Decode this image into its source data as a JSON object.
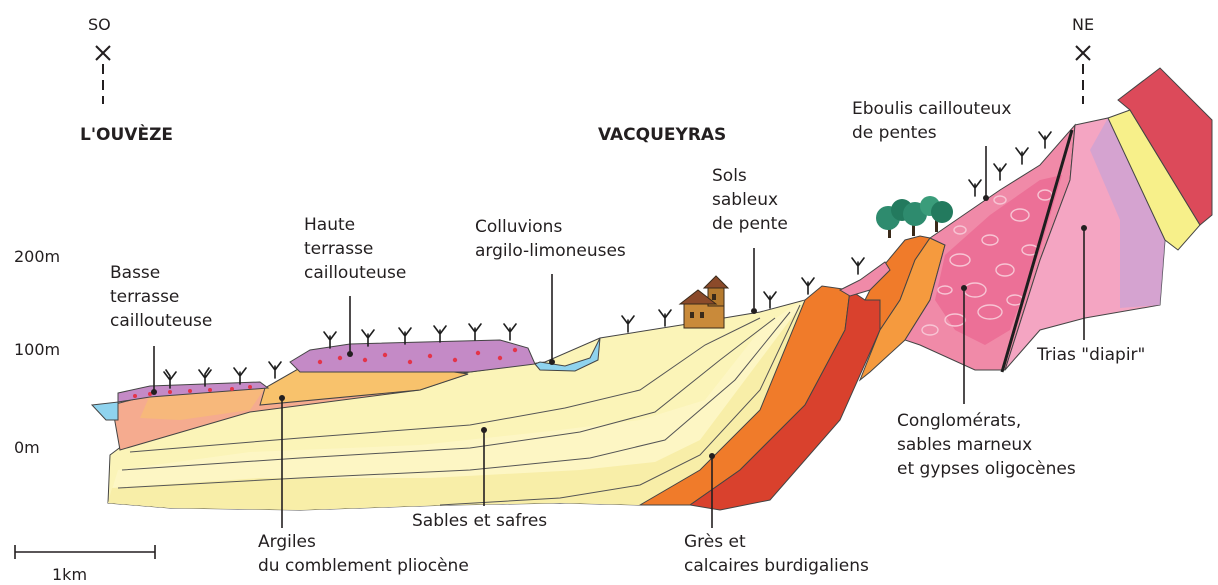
{
  "orientation": {
    "left": "SO",
    "right": "NE"
  },
  "places": {
    "left": "L'OUVÈZE",
    "center": "VACQUEYRAS"
  },
  "elevation_axis": {
    "top": "200m",
    "middle": "100m",
    "bottom": "0m"
  },
  "scale_bar": {
    "label": "1km"
  },
  "labels": {
    "basse": [
      "Basse",
      "terrasse",
      "caillouteuse"
    ],
    "haute": [
      "Haute",
      "terrasse",
      "caillouteuse"
    ],
    "colluvions": [
      "Colluvions",
      "argilo-limoneuses"
    ],
    "sols": [
      "Sols",
      "sableux",
      "de pente"
    ],
    "eboulis": [
      "Eboulis caillouteux",
      "de pentes"
    ],
    "trias": "Trias \"diapir\"",
    "conglomerats": [
      "Conglomérats,",
      "sables marneux",
      "et gypses oligocènes"
    ],
    "argiles": [
      "Argiles",
      "du comblement pliocène"
    ],
    "sables": "Sables et safres",
    "gres": [
      "Grès et",
      "calcaires burdigaliens"
    ]
  },
  "colors": {
    "sand": "#fbf4b8",
    "sand_light": "#fdf8d2",
    "clay_orange": "#f8c26c",
    "clay_pink": "#f5ab8f",
    "terrace_purple": "#c48ac6",
    "burdigalian_orange": "#f07b2a",
    "burdigalian_red": "#d9412d",
    "conglomerate_pink": "#f08aa8",
    "trias_pink": "#f4a5c2",
    "trias_lilac": "#c8a3d6",
    "top_red": "#dc4a5a",
    "top_yellow": "#f7f08a",
    "water": "#8fd3ee",
    "tree_green": "#2e8b6e"
  }
}
